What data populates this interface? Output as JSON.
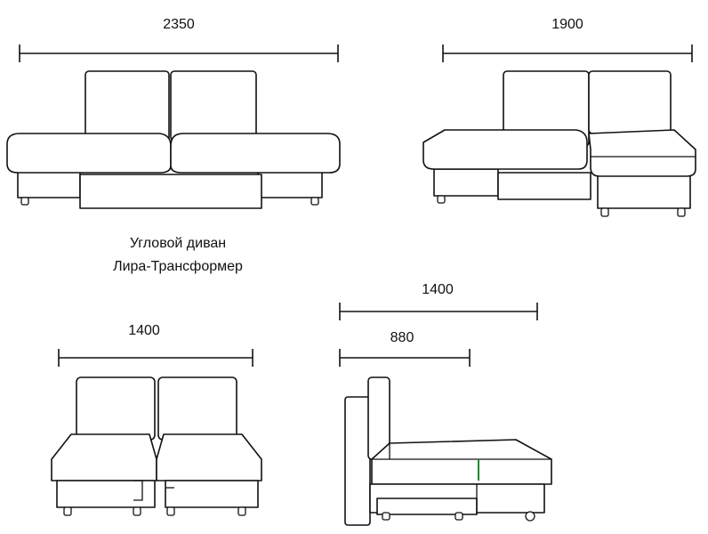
{
  "title": {
    "line1": "Угловой диван",
    "line2": "Лира-Трансформер"
  },
  "dimensions": {
    "top_left_width": "2350",
    "top_right_width": "1900",
    "bottom_left_width": "1400",
    "side_total_depth": "1400",
    "side_seat_depth": "880"
  },
  "colors": {
    "line": "#111111",
    "background": "#ffffff",
    "accent_mark": "#1a8a2a"
  }
}
